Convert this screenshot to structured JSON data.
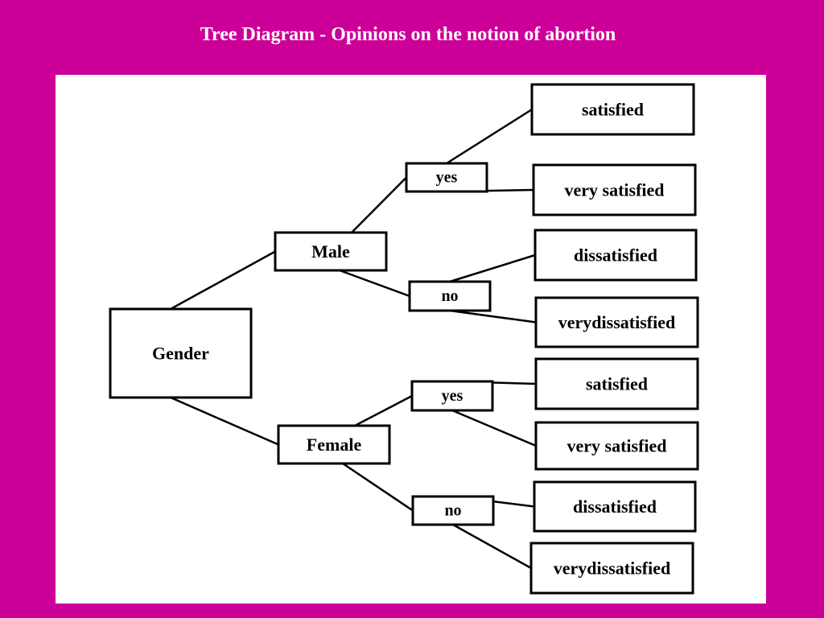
{
  "title": "Tree Diagram  - Opinions on the notion of abortion",
  "colors": {
    "background": "#cc0099",
    "panel": "#ffffff",
    "ink": "#000000"
  },
  "tree": {
    "root": "Gender",
    "genders": [
      {
        "label": "Male",
        "answers": [
          {
            "label": "yes",
            "outcomes": [
              "satisfied",
              "very satisfied"
            ]
          },
          {
            "label": "no",
            "outcomes": [
              "dissatisfied",
              "verydissatisfied"
            ]
          }
        ]
      },
      {
        "label": "Female",
        "answers": [
          {
            "label": "yes",
            "outcomes": [
              "satisfied",
              "very satisfied"
            ]
          },
          {
            "label": "no",
            "outcomes": [
              "dissatisfied",
              "verydissatisfied"
            ]
          }
        ]
      }
    ]
  }
}
